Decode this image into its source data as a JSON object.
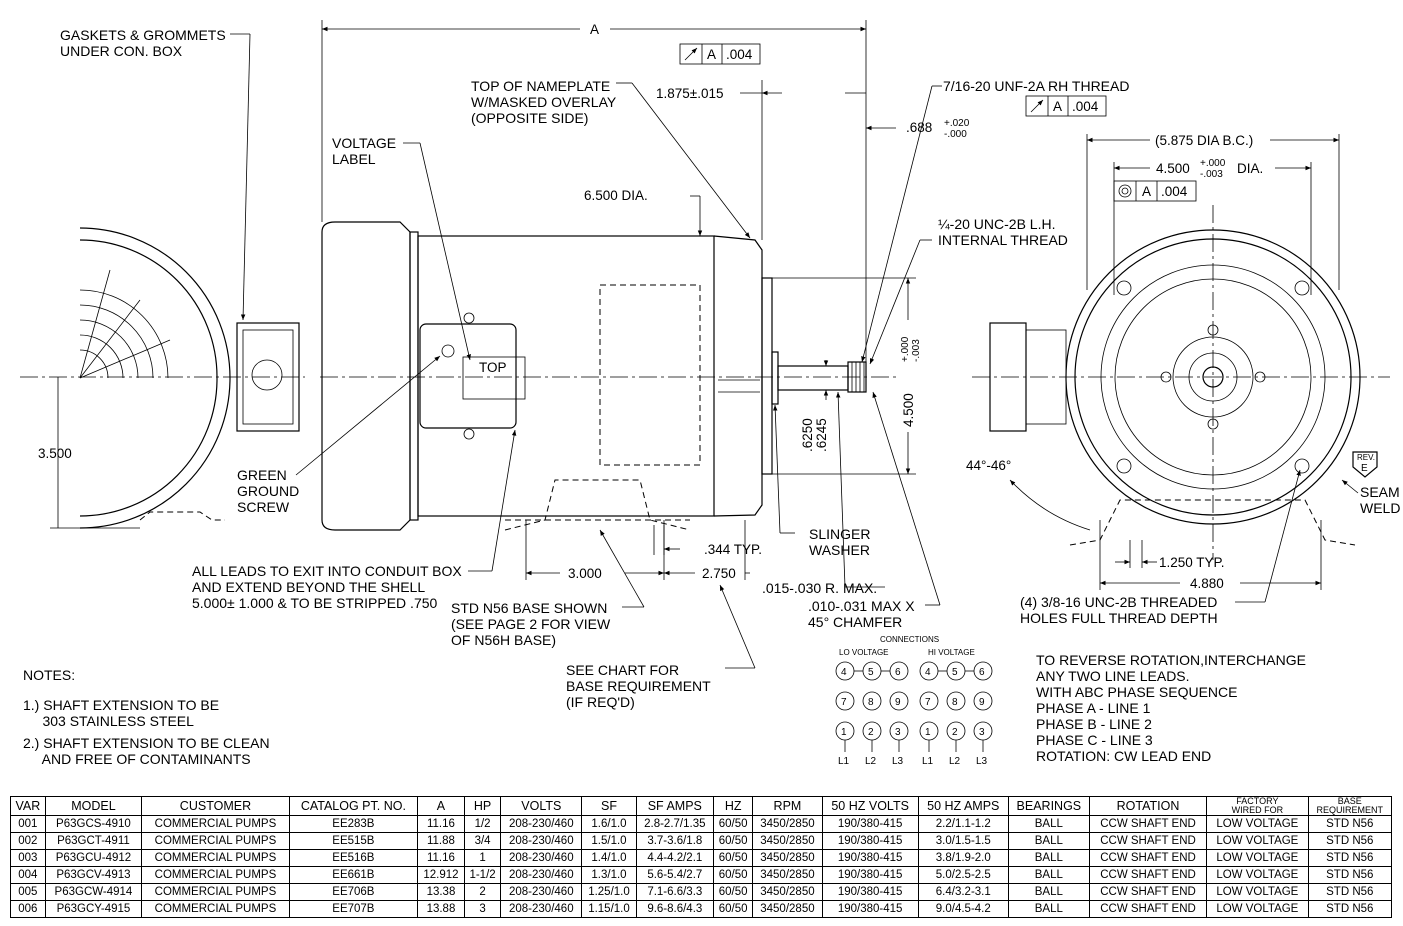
{
  "callouts": {
    "gaskets": "GASKETS & GROMMETS\nUNDER CON. BOX",
    "voltage_label": "VOLTAGE\nLABEL",
    "nameplate": "TOP OF NAMEPLATE\nW/MASKED OVERLAY\n(OPPOSITE SIDE)",
    "dia_6500": "6.500 DIA.",
    "top": "TOP",
    "green_ground": "GREEN\nGROUND\nSCREW",
    "leads": "ALL LEADS TO EXIT INTO CONDUIT BOX\nAND EXTEND BEYOND THE SHELL\n5.000± 1.000 & TO BE STRIPPED .750",
    "std_base": "STD N56 BASE SHOWN\n(SEE PAGE 2 FOR VIEW\nOF N56H BASE)",
    "see_chart": "SEE CHART FOR\nBASE REQUIREMENT\n(IF REQ'D)",
    "slinger": "SLINGER\nWASHER",
    "radius": ".015-.030 R. MAX.",
    "chamfer": ".010-.031 MAX X\n45° CHAMFER",
    "thread_716": "7/16-20 UNF-2A RH THREAD",
    "thread_14": "¼-20 UNC-2B L.H.\nINTERNAL THREAD",
    "holes": "(4) 3/8-16 UNC-2B THREADED\nHOLES FULL THREAD DEPTH",
    "seam": "SEAM\nWELD",
    "rev_label": "REV.",
    "rev_value": "E"
  },
  "dimensions": {
    "a": "A",
    "len_1875": "1.875±.015",
    "len_688": ".688",
    "tol_688_plus": "+.020",
    "tol_688_minus": "-.000",
    "shaft_6250": ".6250",
    "shaft_6245": ".6245",
    "pilot_4500": "4.500",
    "tol_4500_plus": "+.000",
    "tol_4500_minus": "-.003",
    "height_3500": "3.500",
    "base_3000": "3.000",
    "base_2750": "2.750",
    "slot_344": ".344 TYP.",
    "bc_5875": "(5.875 DIA B.C.)",
    "dia_4500": "4.500",
    "tol_dia_plus": "+.000",
    "tol_dia_minus": "-.003",
    "dia_word": "DIA.",
    "angle": "44°-46°",
    "slot_1250": "1.250 TYP.",
    "base_4880": "4.880",
    "fcf_a": "A",
    "fcf_004": ".004"
  },
  "connections": {
    "title": "CONNECTIONS",
    "lo": "LO VOLTAGE",
    "hi": "HI VOLTAGE",
    "row1": [
      "4",
      "5",
      "6"
    ],
    "row2": [
      "7",
      "8",
      "9"
    ],
    "row3": [
      "1",
      "2",
      "3"
    ],
    "lines": [
      "L1",
      "L2",
      "L3"
    ]
  },
  "rotation_note": "TO REVERSE ROTATION,INTERCHANGE\nANY TWO LINE LEADS.\nWITH ABC PHASE SEQUENCE\nPHASE A - LINE 1\nPHASE B - LINE 2\nPHASE C - LINE 3\nROTATION: CW LEAD END",
  "notes": {
    "title": "NOTES:",
    "n1": "1.) SHAFT EXTENSION TO BE\n     303 STAINLESS STEEL",
    "n2": "2.) SHAFT EXTENSION TO BE CLEAN\n     AND FREE OF CONTAMINANTS"
  },
  "table": {
    "headers": [
      "VAR",
      "MODEL",
      "CUSTOMER",
      "CATALOG PT. NO.",
      "A",
      "HP",
      "VOLTS",
      "SF",
      "SF AMPS",
      "HZ",
      "RPM",
      "50 HZ VOLTS",
      "50 HZ AMPS",
      "BEARINGS",
      "ROTATION",
      "FACTORY\nWIRED FOR",
      "BASE\nREQUIREMENT"
    ],
    "rows": [
      [
        "001",
        "P63GCS-4910",
        "COMMERCIAL PUMPS",
        "EE283B",
        "11.16",
        "1/2",
        "208-230/460",
        "1.6/1.0",
        "2.8-2.7/1.35",
        "60/50",
        "3450/2850",
        "190/380-415",
        "2.2/1.1-1.2",
        "BALL",
        "CCW SHAFT END",
        "LOW VOLTAGE",
        "STD N56"
      ],
      [
        "002",
        "P63GCT-4911",
        "COMMERCIAL PUMPS",
        "EE515B",
        "11.88",
        "3/4",
        "208-230/460",
        "1.5/1.0",
        "3.7-3.6/1.8",
        "60/50",
        "3450/2850",
        "190/380-415",
        "3.0/1.5-1.5",
        "BALL",
        "CCW SHAFT END",
        "LOW VOLTAGE",
        "STD N56"
      ],
      [
        "003",
        "P63GCU-4912",
        "COMMERCIAL PUMPS",
        "EE516B",
        "11.16",
        "1",
        "208-230/460",
        "1.4/1.0",
        "4.4-4.2/2.1",
        "60/50",
        "3450/2850",
        "190/380-415",
        "3.8/1.9-2.0",
        "BALL",
        "CCW SHAFT END",
        "LOW VOLTAGE",
        "STD N56"
      ],
      [
        "004",
        "P63GCV-4913",
        "COMMERCIAL PUMPS",
        "EE661B",
        "12.912",
        "1-1/2",
        "208-230/460",
        "1.3/1.0",
        "5.6-5.4/2.7",
        "60/50",
        "3450/2850",
        "190/380-415",
        "5.0/2.5-2.5",
        "BALL",
        "CCW SHAFT END",
        "LOW VOLTAGE",
        "STD N56"
      ],
      [
        "005",
        "P63GCW-4914",
        "COMMERCIAL PUMPS",
        "EE706B",
        "13.38",
        "2",
        "208-230/460",
        "1.25/1.0",
        "7.1-6.6/3.3",
        "60/50",
        "3450/2850",
        "190/380-415",
        "6.4/3.2-3.1",
        "BALL",
        "CCW SHAFT END",
        "LOW VOLTAGE",
        "STD N56"
      ],
      [
        "006",
        "P63GCY-4915",
        "COMMERCIAL PUMPS",
        "EE707B",
        "13.88",
        "3",
        "208-230/460",
        "1.15/1.0",
        "9.6-8.6/4.3",
        "60/50",
        "3450/2850",
        "190/380-415",
        "9.0/4.5-4.2",
        "BALL",
        "CCW SHAFT END",
        "LOW VOLTAGE",
        "STD N56"
      ]
    ]
  }
}
